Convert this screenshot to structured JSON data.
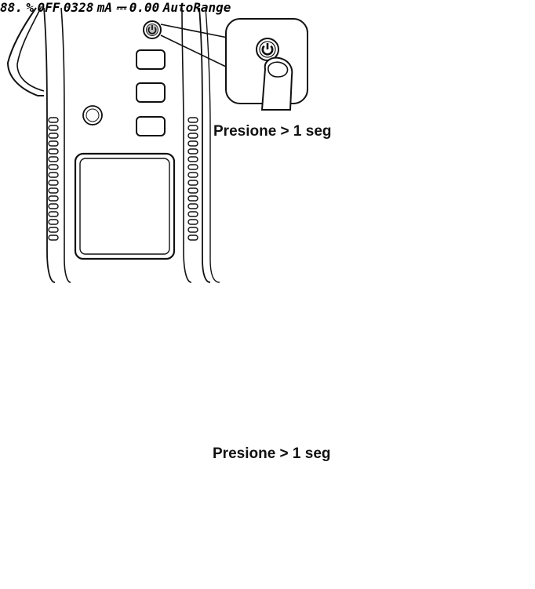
{
  "steps": {
    "power_on": {
      "instruction": "Presione > 1 seg",
      "display_value": "88.",
      "display_unit": "%"
    },
    "power_off": {
      "instruction": "Presione > 1 seg",
      "display_value": "0FF"
    }
  },
  "measure_display": {
    "top_tag": "0328",
    "unit": "mA",
    "dc_symbol": "⎓",
    "value": "0.00",
    "mode": "AutoRange"
  },
  "icons": {
    "power": "power-icon",
    "finger": "finger-press-icon",
    "arrow_right": "dashed-arrow-right-icon",
    "arrow_down": "dashed-arrow-down-icon",
    "arrow_left": "dashed-arrow-left-icon"
  },
  "colors": {
    "line": "#111111",
    "button_fill": "#ffffff"
  }
}
